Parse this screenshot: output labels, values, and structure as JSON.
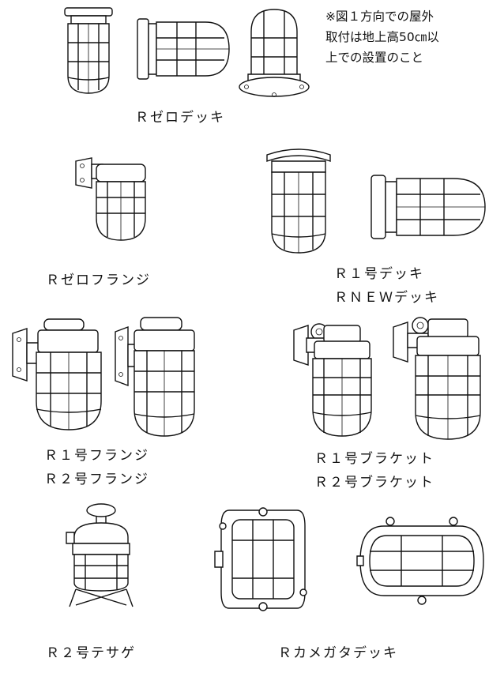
{
  "note": {
    "line1": "※図１方向での屋外",
    "line2": "取付は地上高50㎝以",
    "line3": "上での設置のこと"
  },
  "labels": {
    "r_zero_deck": "Ｒゼロデッキ",
    "r_zero_flange": "Ｒゼロフランジ",
    "r1_deck": "Ｒ１号デッキ",
    "r_new_deck": "ＲＮＥＷデッキ",
    "r1_flange": "Ｒ１号フランジ",
    "r2_flange": "Ｒ２号フランジ",
    "r1_bracket": "Ｒ１号ブラケット",
    "r2_bracket": "Ｒ２号ブラケット",
    "r2_tesage": "Ｒ２号テサゲ",
    "r_kamegata_deck": "Ｒカメガタデッキ"
  }
}
